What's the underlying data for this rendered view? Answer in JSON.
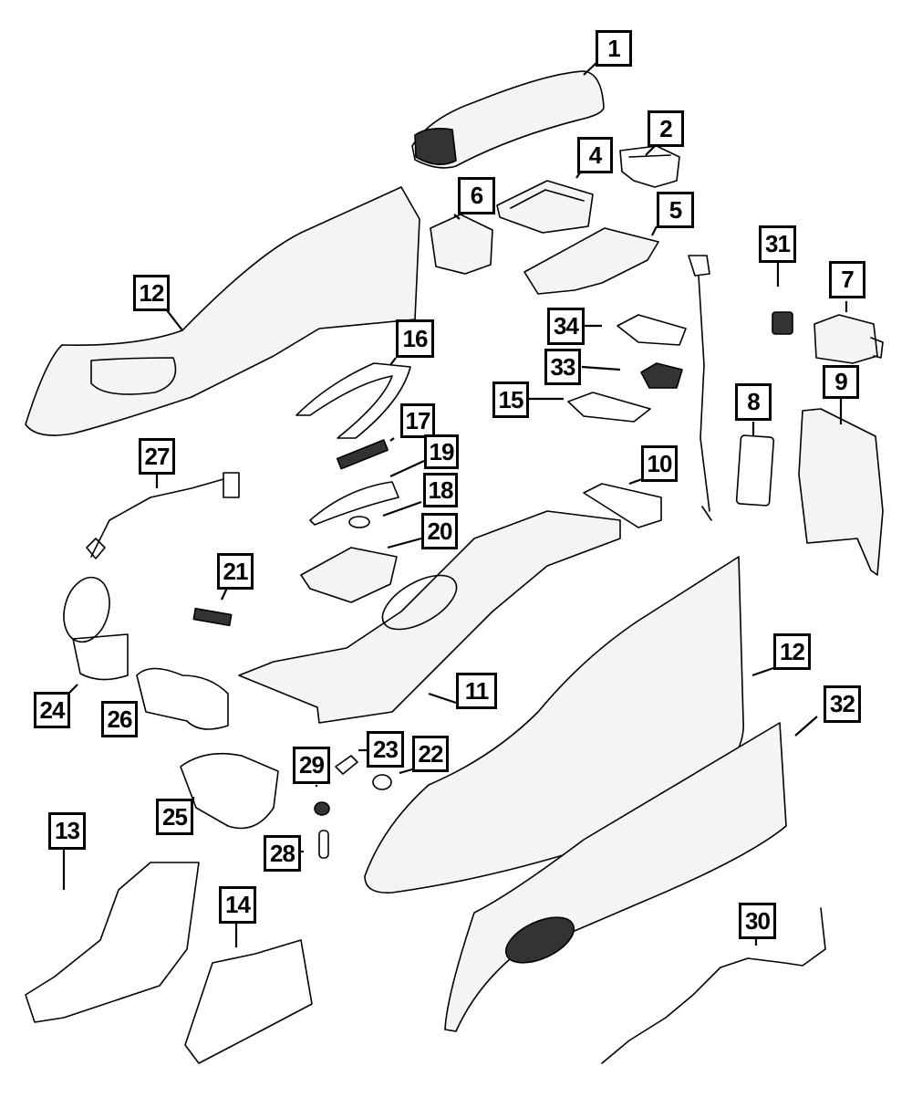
{
  "diagram": {
    "title": "Center Console Exploded Parts Diagram",
    "callouts": [
      {
        "id": "c1",
        "label": "1",
        "part": "armrest-lid"
      },
      {
        "id": "c2",
        "label": "2",
        "part": "lid-hinge"
      },
      {
        "id": "c4",
        "label": "4",
        "part": "upper-storage-tray"
      },
      {
        "id": "c5",
        "label": "5",
        "part": "storage-bin"
      },
      {
        "id": "c6",
        "label": "6",
        "part": "latch-housing"
      },
      {
        "id": "c7",
        "label": "7",
        "part": "module"
      },
      {
        "id": "c8",
        "label": "8",
        "part": "rear-access-panel"
      },
      {
        "id": "c9",
        "label": "9",
        "part": "rear-bezel"
      },
      {
        "id": "c10",
        "label": "10",
        "part": "console-insert"
      },
      {
        "id": "c11",
        "label": "11",
        "part": "console-base"
      },
      {
        "id": "c12a",
        "label": "12",
        "part": "side-panel-left"
      },
      {
        "id": "c12b",
        "label": "12",
        "part": "side-panel-right"
      },
      {
        "id": "c13",
        "label": "13",
        "part": "left-closeout"
      },
      {
        "id": "c14",
        "label": "14",
        "part": "right-closeout"
      },
      {
        "id": "c15",
        "label": "15",
        "part": "mat"
      },
      {
        "id": "c16",
        "label": "16",
        "part": "shifter-bezel"
      },
      {
        "id": "c17",
        "label": "17",
        "part": "switch"
      },
      {
        "id": "c18",
        "label": "18",
        "part": "button"
      },
      {
        "id": "c19",
        "label": "19",
        "part": "trim-plate"
      },
      {
        "id": "c20",
        "label": "20",
        "part": "switch-bracket"
      },
      {
        "id": "c21",
        "label": "21",
        "part": "usb-port"
      },
      {
        "id": "c22",
        "label": "22",
        "part": "grommet"
      },
      {
        "id": "c23",
        "label": "23",
        "part": "pin"
      },
      {
        "id": "c24",
        "label": "24",
        "part": "ash-receiver"
      },
      {
        "id": "c25",
        "label": "25",
        "part": "cup-holder-housing"
      },
      {
        "id": "c26",
        "label": "26",
        "part": "cup-holder-insert"
      },
      {
        "id": "c27",
        "label": "27",
        "part": "wiring-harness-front"
      },
      {
        "id": "c28",
        "label": "28",
        "part": "lighter-element"
      },
      {
        "id": "c29",
        "label": "29",
        "part": "power-outlet"
      },
      {
        "id": "c30",
        "label": "30",
        "part": "wiring-harness-rear"
      },
      {
        "id": "c31",
        "label": "31",
        "part": "switch-rear"
      },
      {
        "id": "c32",
        "label": "32",
        "part": "side-trim-panel"
      },
      {
        "id": "c33",
        "label": "33",
        "part": "bin-liner"
      },
      {
        "id": "c34",
        "label": "34",
        "part": "mat-upper"
      }
    ]
  }
}
